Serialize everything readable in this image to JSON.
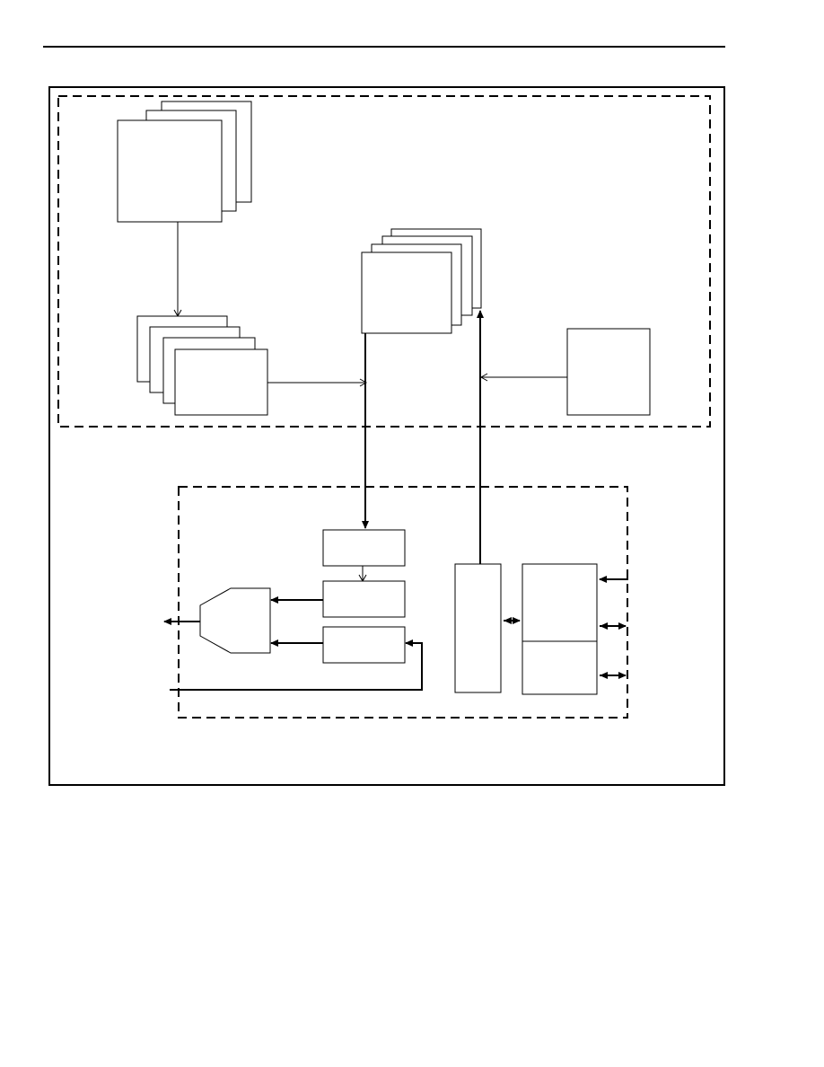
{
  "page": {
    "header_rule": true
  },
  "diagram": {
    "labels_visible": false,
    "outer_frame": {
      "border": "solid"
    },
    "upper_region": {
      "border": "dashed"
    },
    "lower_region": {
      "border": "dashed"
    },
    "colors": {
      "stroke": "#000000",
      "fill": "#ffffff",
      "background": "#ffffff"
    }
  }
}
